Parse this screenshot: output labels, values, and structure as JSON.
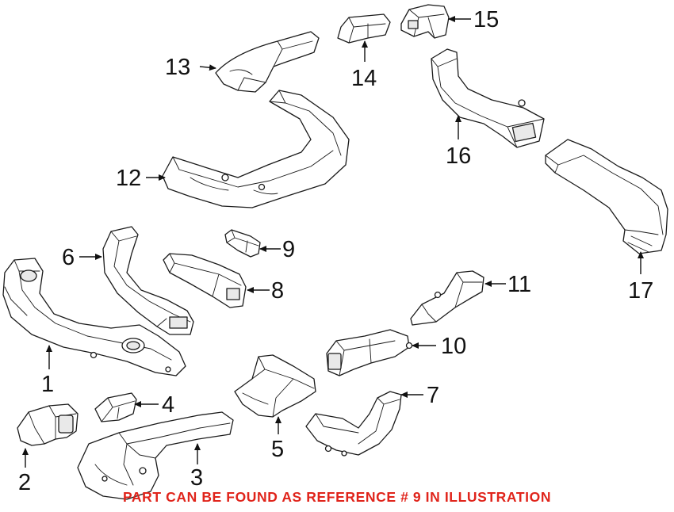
{
  "callouts": [
    {
      "id": "1",
      "label": "1"
    },
    {
      "id": "2",
      "label": "2"
    },
    {
      "id": "3",
      "label": "3"
    },
    {
      "id": "4",
      "label": "4"
    },
    {
      "id": "5",
      "label": "5"
    },
    {
      "id": "6",
      "label": "6"
    },
    {
      "id": "7",
      "label": "7"
    },
    {
      "id": "8",
      "label": "8"
    },
    {
      "id": "9",
      "label": "9"
    },
    {
      "id": "10",
      "label": "10"
    },
    {
      "id": "11",
      "label": "11"
    },
    {
      "id": "12",
      "label": "12"
    },
    {
      "id": "13",
      "label": "13"
    },
    {
      "id": "14",
      "label": "14"
    },
    {
      "id": "15",
      "label": "15"
    },
    {
      "id": "16",
      "label": "16"
    },
    {
      "id": "17",
      "label": "17"
    }
  ],
  "footer": {
    "note": "PART CAN BE FOUND AS REFERENCE # 9 IN ILLUSTRATION",
    "note_color": "#e0241b"
  },
  "colors": {
    "line": "#1a1a1a",
    "background": "#ffffff"
  }
}
